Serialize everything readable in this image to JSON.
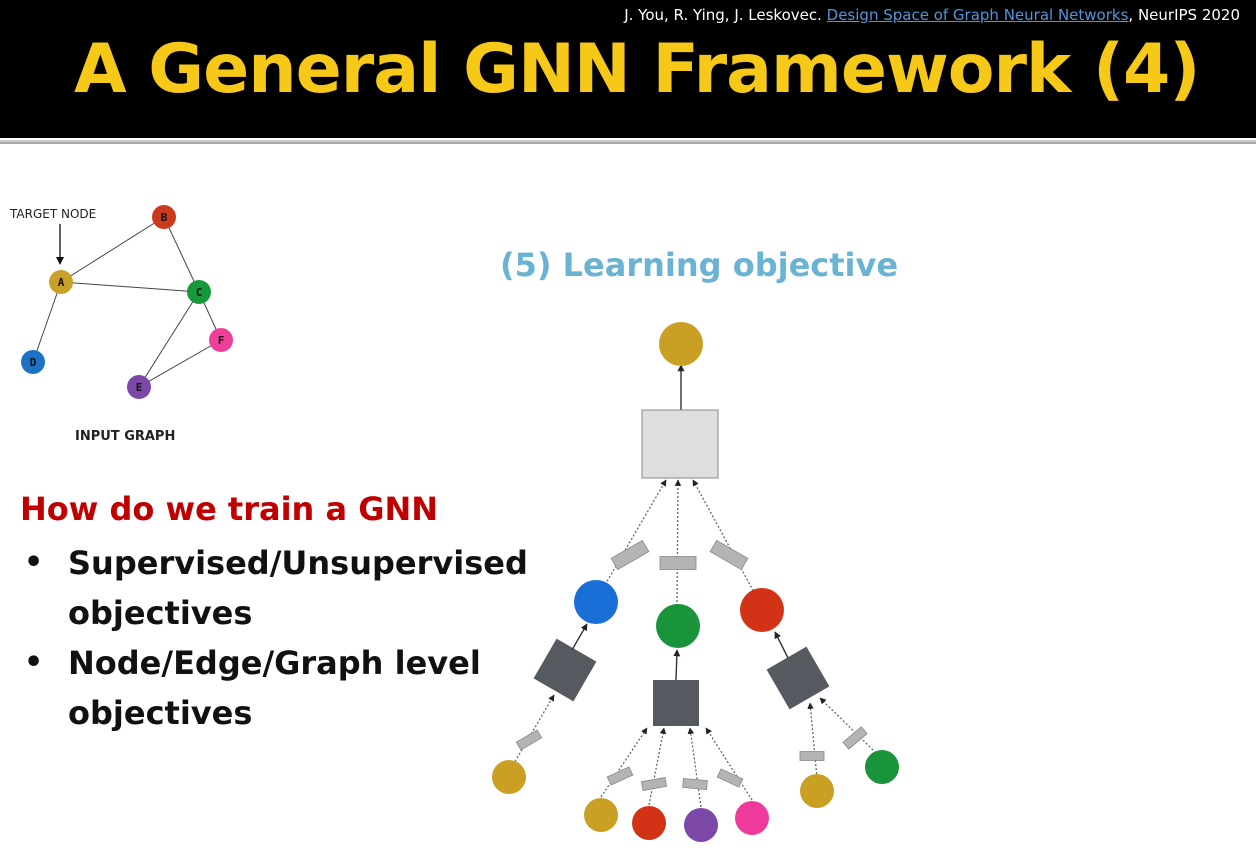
{
  "header": {
    "citation_prefix": "J. You, R. Ying, J. Leskovec. ",
    "citation_link": "Design Space of Graph Neural Networks",
    "citation_suffix": ", NeurIPS 2020",
    "title": "A General GNN Framework (4)",
    "title_color": "#f6c818"
  },
  "input_graph": {
    "target_label": "TARGET NODE",
    "caption": "INPUT GRAPH",
    "nodes": [
      {
        "id": "A",
        "color": "#c8a12a"
      },
      {
        "id": "B",
        "color": "#cc3a1e"
      },
      {
        "id": "C",
        "color": "#17983a"
      },
      {
        "id": "D",
        "color": "#1e72c6"
      },
      {
        "id": "E",
        "color": "#7b48a8"
      },
      {
        "id": "F",
        "color": "#ec3f9a"
      }
    ],
    "edges": [
      [
        "A",
        "B"
      ],
      [
        "A",
        "C"
      ],
      [
        "B",
        "C"
      ],
      [
        "A",
        "D"
      ],
      [
        "C",
        "E"
      ],
      [
        "C",
        "F"
      ],
      [
        "E",
        "F"
      ]
    ]
  },
  "section_title": "(5) Learning objective",
  "section_title_color": "#6ab3d2",
  "training": {
    "heading": "How do we train a GNN",
    "heading_color": "#c00000",
    "bullets": [
      "Supervised/Unsupervised objectives",
      "Node/Edge/Graph level objectives"
    ]
  },
  "computation_graph": {
    "colors": {
      "A": "#c9a024",
      "B": "#d23216",
      "C": "#19943a",
      "D": "#1a6fd6",
      "E": "#7b48a8",
      "F": "#ee3a9a",
      "aggregator_box": "#dedede",
      "dark_box": "#555a60",
      "message_rect": "#b4b4b4"
    }
  }
}
